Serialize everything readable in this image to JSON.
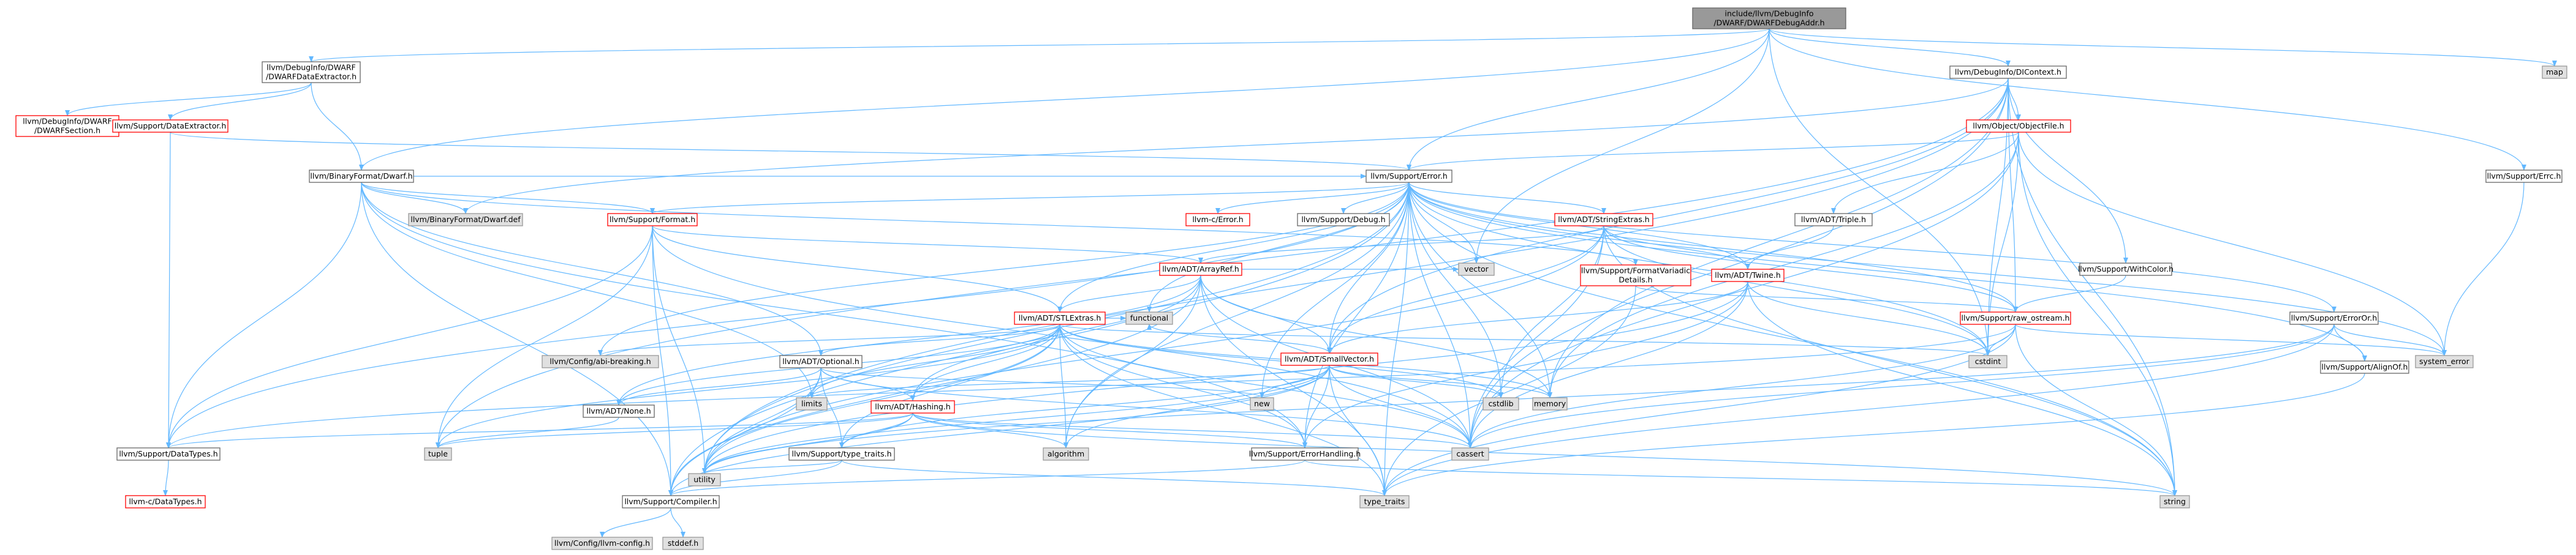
{
  "diagram": {
    "colors": {
      "root_fill": "#999999",
      "normal_border": "#666666",
      "missing_border": "#ff0000",
      "external_fill": "#e0e0e0",
      "external_border": "#999999",
      "edge": "#63b8ff"
    },
    "nodes": [
      {
        "id": "root",
        "lines": [
          "include/llvm/DebugInfo",
          "/DWARF/DWARFDebugAddr.h"
        ],
        "style": "root"
      },
      {
        "id": "dwarfdataextractor",
        "lines": [
          "llvm/DebugInfo/DWARF",
          "/DWARFDataExtractor.h"
        ],
        "style": "normal"
      },
      {
        "id": "dicontext",
        "lines": [
          "llvm/DebugInfo/DIContext.h"
        ],
        "style": "normal"
      },
      {
        "id": "map",
        "lines": [
          "map"
        ],
        "style": "external"
      },
      {
        "id": "dwarfsection",
        "lines": [
          "llvm/DebugInfo/DWARF",
          "/DWARFSection.h"
        ],
        "style": "missing"
      },
      {
        "id": "dataextractor",
        "lines": [
          "llvm/Support/DataExtractor.h"
        ],
        "style": "missing"
      },
      {
        "id": "objectfile",
        "lines": [
          "llvm/Object/ObjectFile.h"
        ],
        "style": "missing"
      },
      {
        "id": "errc",
        "lines": [
          "llvm/Support/Errc.h"
        ],
        "style": "normal"
      },
      {
        "id": "binaryformatdwarf",
        "lines": [
          "llvm/BinaryFormat/Dwarf.h"
        ],
        "style": "normal"
      },
      {
        "id": "error",
        "lines": [
          "llvm/Support/Error.h"
        ],
        "style": "normal"
      },
      {
        "id": "dwarfdef",
        "lines": [
          "llvm/BinaryFormat/Dwarf.def"
        ],
        "style": "external"
      },
      {
        "id": "format",
        "lines": [
          "llvm/Support/Format.h"
        ],
        "style": "missing"
      },
      {
        "id": "cerror",
        "lines": [
          "llvm-c/Error.h"
        ],
        "style": "missing"
      },
      {
        "id": "debug",
        "lines": [
          "llvm/Support/Debug.h"
        ],
        "style": "normal"
      },
      {
        "id": "stringextras",
        "lines": [
          "llvm/ADT/StringExtras.h"
        ],
        "style": "missing"
      },
      {
        "id": "triple",
        "lines": [
          "llvm/ADT/Triple.h"
        ],
        "style": "normal"
      },
      {
        "id": "withcolor",
        "lines": [
          "llvm/Support/WithColor.h"
        ],
        "style": "normal"
      },
      {
        "id": "formatvariadic",
        "lines": [
          "llvm/Support/FormatVariadic",
          "Details.h"
        ],
        "style": "missing"
      },
      {
        "id": "arrayref",
        "lines": [
          "llvm/ADT/ArrayRef.h"
        ],
        "style": "missing"
      },
      {
        "id": "vector",
        "lines": [
          "vector"
        ],
        "style": "external"
      },
      {
        "id": "twine",
        "lines": [
          "llvm/ADT/Twine.h"
        ],
        "style": "missing"
      },
      {
        "id": "rawostream",
        "lines": [
          "llvm/Support/raw_ostream.h"
        ],
        "style": "missing"
      },
      {
        "id": "erroror",
        "lines": [
          "llvm/Support/ErrorOr.h"
        ],
        "style": "normal"
      },
      {
        "id": "stlextras",
        "lines": [
          "llvm/ADT/STLExtras.h"
        ],
        "style": "missing"
      },
      {
        "id": "configabi",
        "lines": [
          "llvm/Config/abi-breaking.h"
        ],
        "style": "external"
      },
      {
        "id": "optional",
        "lines": [
          "llvm/ADT/Optional.h"
        ],
        "style": "normal"
      },
      {
        "id": "functional",
        "lines": [
          "functional"
        ],
        "style": "external"
      },
      {
        "id": "smallvector",
        "lines": [
          "llvm/ADT/SmallVector.h"
        ],
        "style": "missing"
      },
      {
        "id": "cstdint",
        "lines": [
          "cstdint"
        ],
        "style": "external"
      },
      {
        "id": "systemerror",
        "lines": [
          "system_error"
        ],
        "style": "external"
      },
      {
        "id": "alignof",
        "lines": [
          "llvm/Support/AlignOf.h"
        ],
        "style": "normal"
      },
      {
        "id": "adtnone",
        "lines": [
          "llvm/ADT/None.h"
        ],
        "style": "normal"
      },
      {
        "id": "limits",
        "lines": [
          "limits"
        ],
        "style": "external"
      },
      {
        "id": "new",
        "lines": [
          "new"
        ],
        "style": "external"
      },
      {
        "id": "hashing",
        "lines": [
          "llvm/ADT/Hashing.h"
        ],
        "style": "missing"
      },
      {
        "id": "cstdlib",
        "lines": [
          "cstdlib"
        ],
        "style": "external"
      },
      {
        "id": "memory",
        "lines": [
          "memory"
        ],
        "style": "external"
      },
      {
        "id": "datatypes",
        "lines": [
          "llvm/Support/DataTypes.h"
        ],
        "style": "normal"
      },
      {
        "id": "tuple",
        "lines": [
          "tuple"
        ],
        "style": "external"
      },
      {
        "id": "typetraits",
        "lines": [
          "llvm/Support/type_traits.h"
        ],
        "style": "normal"
      },
      {
        "id": "algorithm",
        "lines": [
          "algorithm"
        ],
        "style": "external"
      },
      {
        "id": "errorhandling",
        "lines": [
          "llvm/Support/ErrorHandling.h"
        ],
        "style": "normal"
      },
      {
        "id": "cassert",
        "lines": [
          "cassert"
        ],
        "style": "external"
      },
      {
        "id": "cdatatypes",
        "lines": [
          "llvm-c/DataTypes.h"
        ],
        "style": "missing"
      },
      {
        "id": "compiler",
        "lines": [
          "llvm/Support/Compiler.h"
        ],
        "style": "normal"
      },
      {
        "id": "utility",
        "lines": [
          "utility"
        ],
        "style": "external"
      },
      {
        "id": "stdtypetraits",
        "lines": [
          "type_traits"
        ],
        "style": "external"
      },
      {
        "id": "string",
        "lines": [
          "string"
        ],
        "style": "external"
      },
      {
        "id": "llvmconfig",
        "lines": [
          "llvm/Config/llvm-config.h"
        ],
        "style": "external"
      },
      {
        "id": "stddef",
        "lines": [
          "stddef.h"
        ],
        "style": "external"
      }
    ],
    "edges": [
      [
        "root",
        "dwarfdataextractor"
      ],
      [
        "root",
        "dicontext"
      ],
      [
        "root",
        "error"
      ],
      [
        "root",
        "errc"
      ],
      [
        "root",
        "map"
      ],
      [
        "root",
        "binaryformatdwarf"
      ],
      [
        "root",
        "cstdint"
      ],
      [
        "root",
        "vector"
      ],
      [
        "dwarfdataextractor",
        "dwarfsection"
      ],
      [
        "dwarfdataextractor",
        "dataextractor"
      ],
      [
        "dwarfdataextractor",
        "binaryformatdwarf"
      ],
      [
        "dataextractor",
        "datatypes"
      ],
      [
        "dataextractor",
        "error"
      ],
      [
        "dicontext",
        "objectfile"
      ],
      [
        "dicontext",
        "withcolor"
      ],
      [
        "dicontext",
        "rawostream"
      ],
      [
        "dicontext",
        "smallvector"
      ],
      [
        "dicontext",
        "dwarfdef"
      ],
      [
        "dicontext",
        "cassert"
      ],
      [
        "dicontext",
        "cstdint"
      ],
      [
        "dicontext",
        "memory"
      ],
      [
        "dicontext",
        "string"
      ],
      [
        "dicontext",
        "tuple"
      ],
      [
        "dicontext",
        "utility"
      ],
      [
        "objectfile",
        "error"
      ],
      [
        "objectfile",
        "triple"
      ],
      [
        "objectfile",
        "memory"
      ],
      [
        "objectfile",
        "cassert"
      ],
      [
        "objectfile",
        "cstdint"
      ],
      [
        "objectfile",
        "systemerror"
      ],
      [
        "objectfile",
        "string"
      ],
      [
        "errc",
        "systemerror"
      ],
      [
        "binaryformatdwarf",
        "dwarfdef"
      ],
      [
        "binaryformatdwarf",
        "error"
      ],
      [
        "binaryformatdwarf",
        "format"
      ],
      [
        "binaryformatdwarf",
        "formatvariadic"
      ],
      [
        "binaryformatdwarf",
        "errorhandling"
      ],
      [
        "binaryformatdwarf",
        "optional"
      ],
      [
        "binaryformatdwarf",
        "datatypes"
      ],
      [
        "binaryformatdwarf",
        "limits"
      ],
      [
        "binaryformatdwarf",
        "compiler"
      ],
      [
        "error",
        "cerror"
      ],
      [
        "error",
        "debug"
      ],
      [
        "error",
        "stringextras"
      ],
      [
        "error",
        "twine"
      ],
      [
        "error",
        "rawostream"
      ],
      [
        "error",
        "erroror"
      ],
      [
        "error",
        "stlextras"
      ],
      [
        "error",
        "smallvector"
      ],
      [
        "error",
        "configabi"
      ],
      [
        "error",
        "alignof"
      ],
      [
        "error",
        "compiler"
      ],
      [
        "error",
        "errorhandling"
      ],
      [
        "error",
        "format"
      ],
      [
        "error",
        "cassert"
      ],
      [
        "error",
        "cstdint"
      ],
      [
        "error",
        "cstdlib"
      ],
      [
        "error",
        "functional"
      ],
      [
        "error",
        "memory"
      ],
      [
        "error",
        "new"
      ],
      [
        "error",
        "string"
      ],
      [
        "error",
        "systemerror"
      ],
      [
        "error",
        "stdtypetraits"
      ],
      [
        "error",
        "utility"
      ],
      [
        "error",
        "vector"
      ],
      [
        "error",
        "datatypes"
      ],
      [
        "error",
        "algorithm"
      ],
      [
        "format",
        "arrayref"
      ],
      [
        "format",
        "stlextras"
      ],
      [
        "format",
        "datatypes"
      ],
      [
        "format",
        "cassert"
      ],
      [
        "format",
        "tuple"
      ],
      [
        "format",
        "utility"
      ],
      [
        "format",
        "compiler"
      ],
      [
        "stringextras",
        "arrayref"
      ],
      [
        "stringextras",
        "smallvector"
      ],
      [
        "stringextras",
        "twine"
      ],
      [
        "stringextras",
        "cassert"
      ],
      [
        "stringextras",
        "cstdint"
      ],
      [
        "stringextras",
        "cstdlib"
      ],
      [
        "stringextras",
        "string"
      ],
      [
        "stringextras",
        "utility"
      ],
      [
        "stringextras",
        "rawostream"
      ],
      [
        "triple",
        "twine"
      ],
      [
        "withcolor",
        "rawostream"
      ],
      [
        "formatvariadic",
        "rawostream"
      ],
      [
        "formatvariadic",
        "stdtypetraits"
      ],
      [
        "arrayref",
        "hashing"
      ],
      [
        "arrayref",
        "none_skip"
      ],
      [
        "arrayref",
        "smallvector"
      ],
      [
        "arrayref",
        "stlextras"
      ],
      [
        "arrayref",
        "compiler"
      ],
      [
        "arrayref",
        "algorithm"
      ],
      [
        "arrayref",
        "cassert"
      ],
      [
        "arrayref",
        "cstddef_skip"
      ],
      [
        "arrayref",
        "memory"
      ],
      [
        "arrayref",
        "vector"
      ],
      [
        "arrayref",
        "adtnone"
      ],
      [
        "arrayref",
        "stdtypetraits"
      ],
      [
        "twine",
        "smallvector"
      ],
      [
        "twine",
        "errorhandling"
      ],
      [
        "twine",
        "cassert"
      ],
      [
        "twine",
        "cstdint"
      ],
      [
        "twine",
        "string"
      ],
      [
        "twine",
        "utility"
      ],
      [
        "rawostream",
        "cstdint"
      ],
      [
        "rawostream",
        "datatypes"
      ],
      [
        "rawostream",
        "cassert"
      ],
      [
        "rawostream",
        "stdtypetraits"
      ],
      [
        "rawostream",
        "systemerror"
      ],
      [
        "rawostream",
        "string"
      ],
      [
        "erroror",
        "alignof"
      ],
      [
        "erroror",
        "cassert"
      ],
      [
        "erroror",
        "systemerror"
      ],
      [
        "erroror",
        "stdtypetraits"
      ],
      [
        "erroror",
        "utility"
      ],
      [
        "stlextras",
        "optional"
      ],
      [
        "stlextras",
        "configabi"
      ],
      [
        "stlextras",
        "errorhandling"
      ],
      [
        "stlextras",
        "typetraits"
      ],
      [
        "stlextras",
        "algorithm"
      ],
      [
        "stlextras",
        "cassert"
      ],
      [
        "stlextras",
        "cstdint"
      ],
      [
        "stlextras",
        "cstdlib"
      ],
      [
        "stlextras",
        "functional"
      ],
      [
        "stlextras",
        "limits"
      ],
      [
        "stlextras",
        "memory"
      ],
      [
        "stlextras",
        "tuple"
      ],
      [
        "stlextras",
        "stdtypetraits"
      ],
      [
        "stlextras",
        "utility"
      ],
      [
        "stlextras",
        "hashing"
      ],
      [
        "stlextras",
        "adtnone"
      ],
      [
        "optional",
        "adtnone"
      ],
      [
        "optional",
        "compiler"
      ],
      [
        "optional",
        "typetraits"
      ],
      [
        "optional",
        "cassert"
      ],
      [
        "optional",
        "new"
      ],
      [
        "optional",
        "utility"
      ],
      [
        "optional",
        "hashing"
      ],
      [
        "smallvector",
        "compiler"
      ],
      [
        "smallvector",
        "typetraits"
      ],
      [
        "smallvector",
        "algorithm"
      ],
      [
        "smallvector",
        "cassert"
      ],
      [
        "smallvector",
        "cstddef_skip"
      ],
      [
        "smallvector",
        "cstdlib"
      ],
      [
        "smallvector",
        "cstring_skip"
      ],
      [
        "smallvector",
        "functional"
      ],
      [
        "smallvector",
        "limits"
      ],
      [
        "smallvector",
        "memory"
      ],
      [
        "smallvector",
        "new"
      ],
      [
        "smallvector",
        "stdtypetraits"
      ],
      [
        "smallvector",
        "utility"
      ],
      [
        "smallvector",
        "errorhandling"
      ],
      [
        "alignof",
        "stdtypetraits"
      ],
      [
        "adtnone",
        "tuple"
      ],
      [
        "hashing",
        "datatypes"
      ],
      [
        "hashing",
        "errorhandling"
      ],
      [
        "hashing",
        "typetraits"
      ],
      [
        "hashing",
        "algorithm"
      ],
      [
        "hashing",
        "cassert"
      ],
      [
        "hashing",
        "string"
      ],
      [
        "hashing",
        "tuple"
      ],
      [
        "hashing",
        "utility"
      ],
      [
        "datatypes",
        "cdatatypes"
      ],
      [
        "typetraits",
        "compiler"
      ],
      [
        "typetraits",
        "stdtypetraits"
      ],
      [
        "typetraits",
        "utility"
      ],
      [
        "errorhandling",
        "compiler"
      ],
      [
        "errorhandling",
        "string"
      ],
      [
        "compiler",
        "llvmconfig"
      ],
      [
        "compiler",
        "stddef"
      ]
    ]
  }
}
